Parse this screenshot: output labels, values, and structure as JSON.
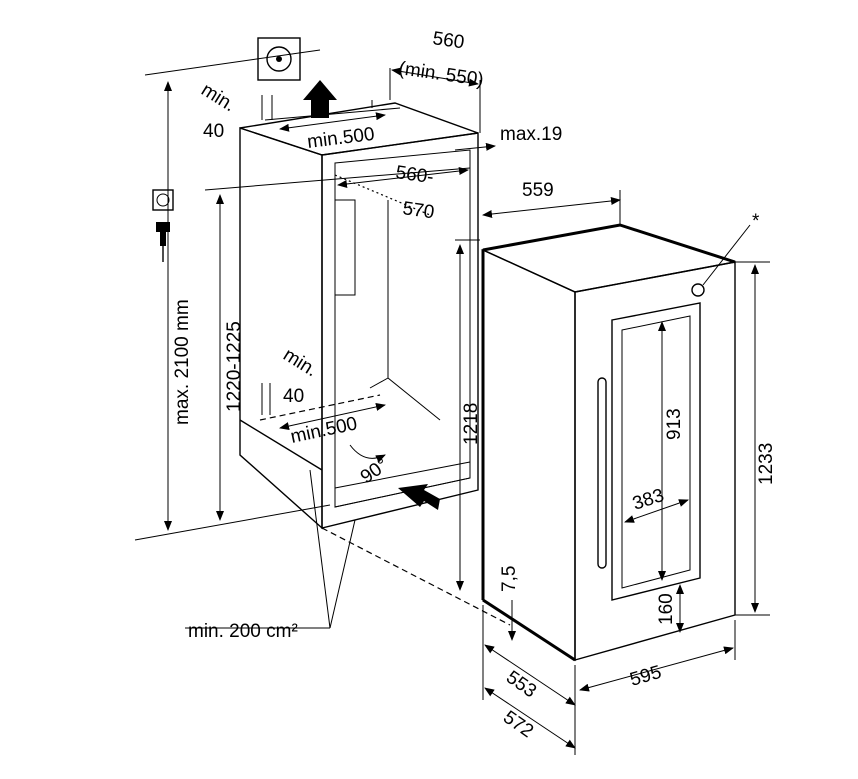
{
  "title": "Built-in wine cabinet installation dimensions",
  "colors": {
    "line": "#000000",
    "niche_fill": "#c8c8c8",
    "panel_fill": "#ffffff"
  },
  "niche": {
    "width": "560",
    "width_min": "(min. 550)",
    "top_vent_depth": "min.",
    "top_vent_depth_value": "40",
    "top_vent_width": "min.500",
    "max_overlap": "max.19",
    "inner_width_a": "560-",
    "inner_width_b": "570",
    "max_height": "max. 2100 mm",
    "height": "1220-1225",
    "bottom_vent_depth": "min.",
    "bottom_vent_depth_value": "40",
    "bottom_vent_width": "min.500",
    "angle": "90°",
    "ventilation_area": "min. 200 cm²"
  },
  "appliance": {
    "width_top": "559",
    "asterisk": "*",
    "side_height": "1218",
    "total_height": "1233",
    "glass_height": "913",
    "glass_width": "383",
    "bottom_offset": "160",
    "gap": "7,5",
    "depth": "553",
    "depth_total": "572",
    "front_width": "595"
  }
}
